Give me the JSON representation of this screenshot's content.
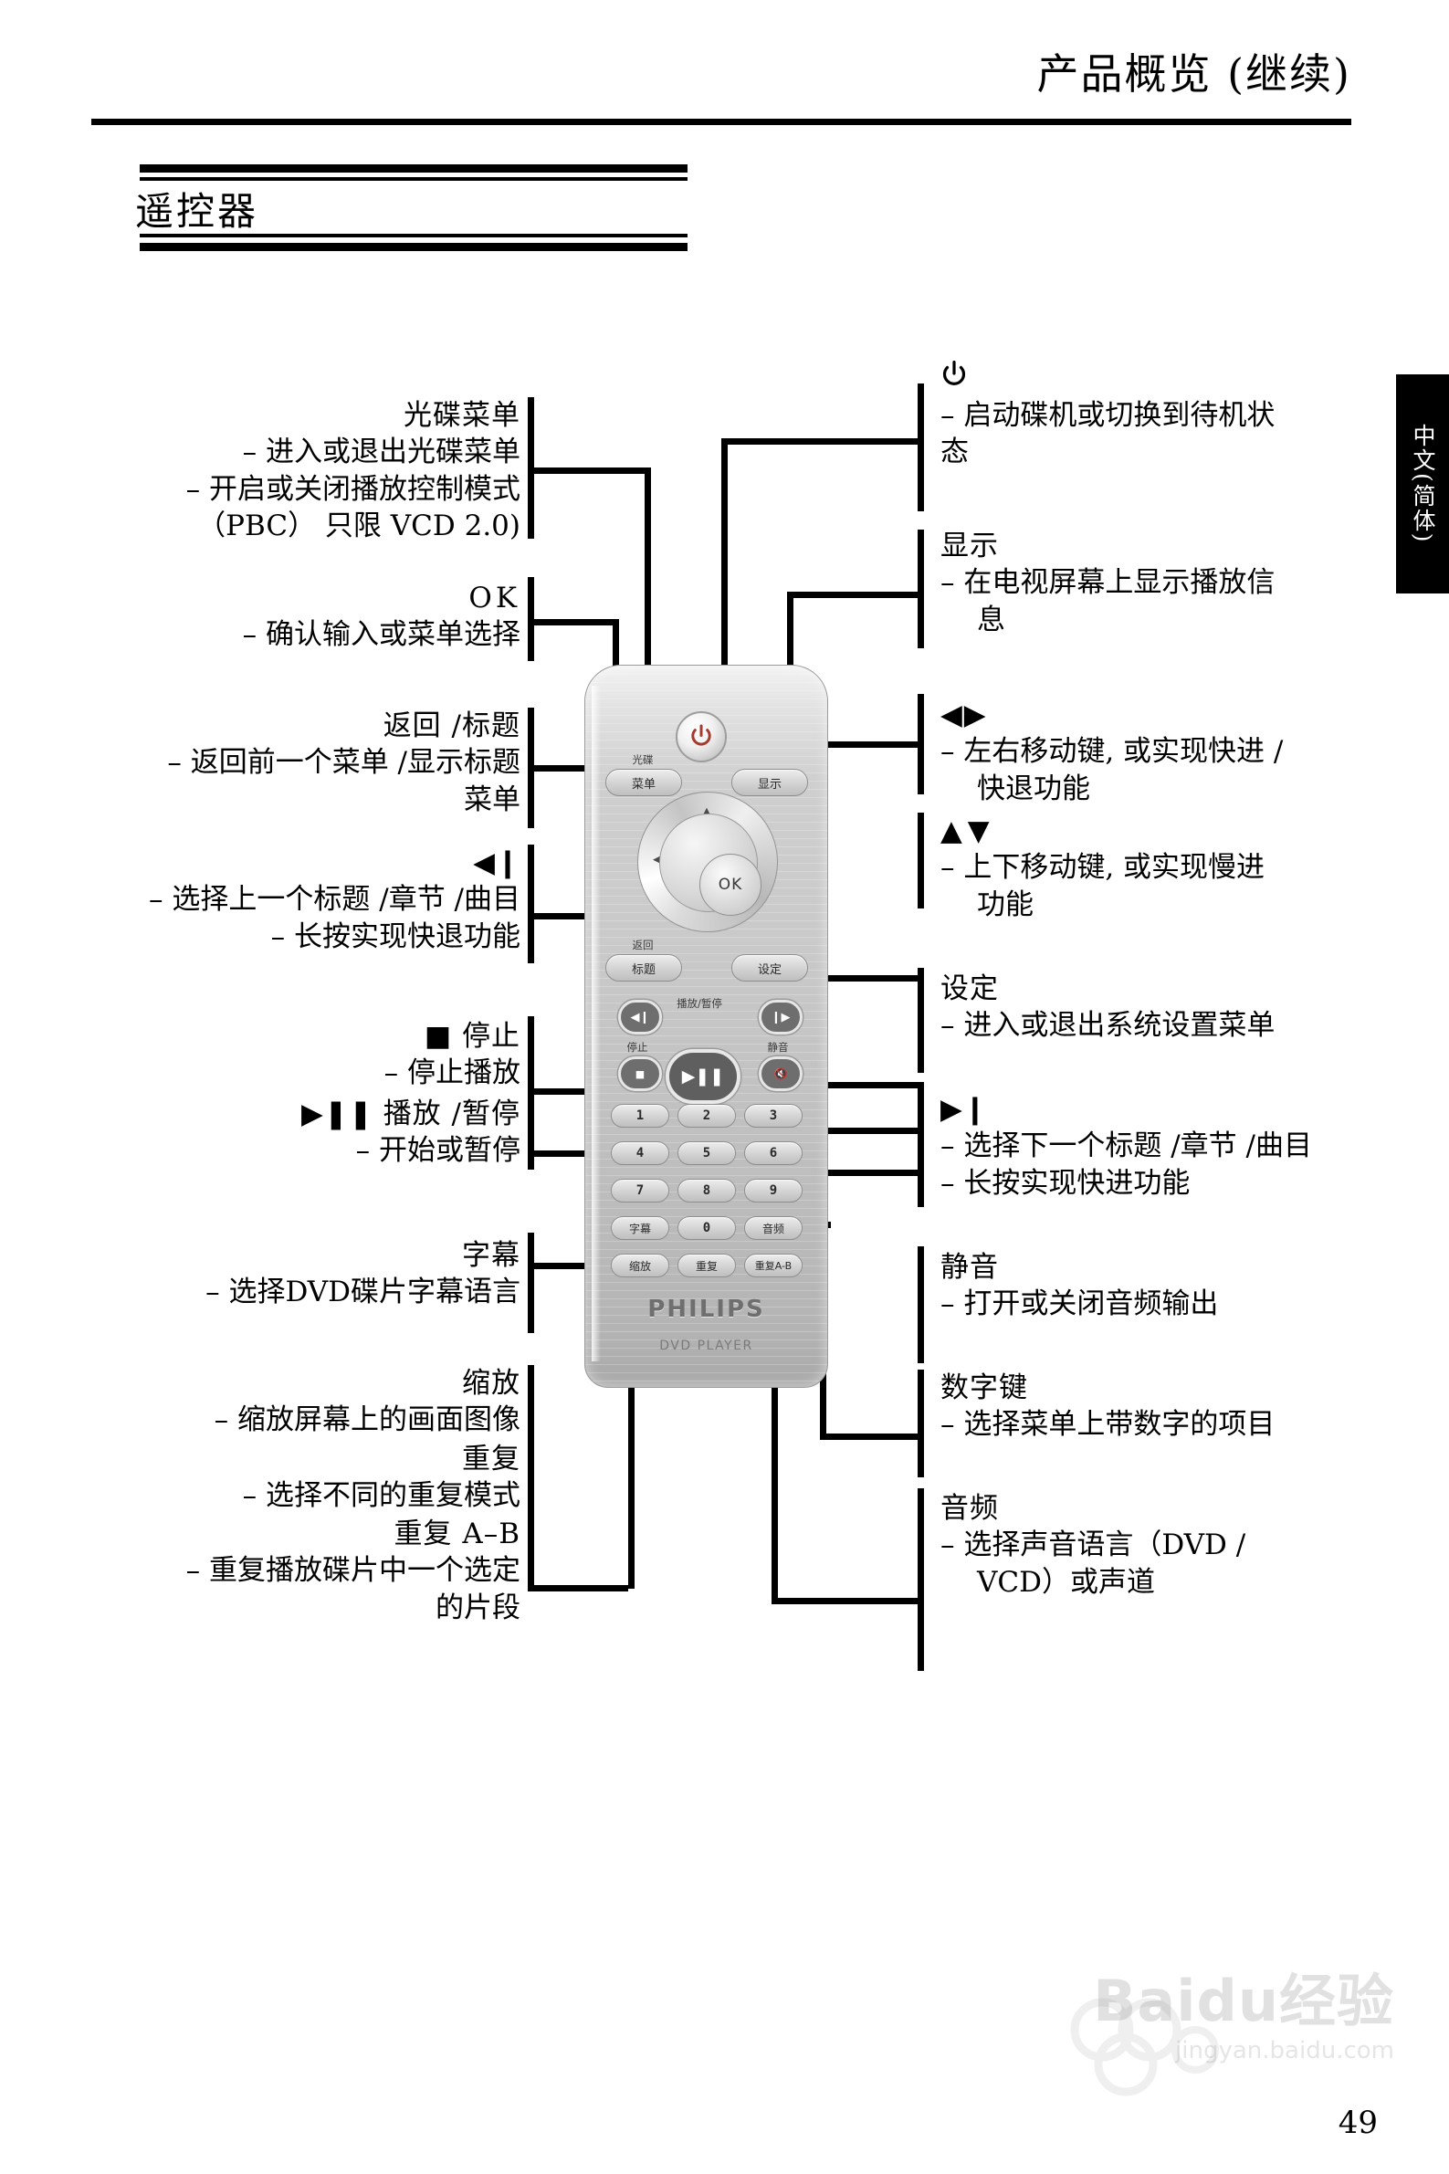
{
  "header": {
    "title": "产品概览 (继续)"
  },
  "section": {
    "title": "遥控器"
  },
  "side_tab": {
    "label": "中文(简体)"
  },
  "page": {
    "number": "49"
  },
  "left_callouts": [
    {
      "id": "disc-menu",
      "glyph": "",
      "heading": "光碟菜单",
      "lines": [
        "– 进入或退出光碟菜单",
        "– 开启或关闭播放控制模式",
        "（PBC） 只限 VCD 2.0)"
      ]
    },
    {
      "id": "ok",
      "glyph": "",
      "heading": "OK",
      "lines": [
        "– 确认输入或菜单选择"
      ]
    },
    {
      "id": "return-title",
      "glyph": "",
      "heading": "返回 /标题",
      "lines": [
        "– 返回前一个菜单 /显示标题",
        "菜单"
      ]
    },
    {
      "id": "prev",
      "glyph": "◀❙",
      "heading": "",
      "lines": [
        "– 选择上一个标题 /章节 /曲目",
        "– 长按实现快退功能"
      ]
    },
    {
      "id": "stop",
      "glyph": "■",
      "heading": "停止",
      "lines": [
        "– 停止播放"
      ]
    },
    {
      "id": "play-pause",
      "glyph": "▶❚❚",
      "heading": "播放 /暂停",
      "lines": [
        "– 开始或暂停"
      ]
    },
    {
      "id": "subtitle",
      "glyph": "",
      "heading": "字幕",
      "lines": [
        "– 选择DVD碟片字幕语言"
      ]
    },
    {
      "id": "zoom",
      "glyph": "",
      "heading": "缩放",
      "lines": [
        "– 缩放屏幕上的画面图像"
      ]
    },
    {
      "id": "repeat",
      "glyph": "",
      "heading": "重复",
      "lines": [
        "– 选择不同的重复模式"
      ]
    },
    {
      "id": "repeat-ab",
      "glyph": "",
      "heading": "重复 A–B",
      "lines": [
        "– 重复播放碟片中一个选定",
        "的片段"
      ]
    }
  ],
  "right_callouts": [
    {
      "id": "standby",
      "glyph": "power",
      "heading": "",
      "lines": [
        "– 启动碟机或切换到待机状",
        "态"
      ]
    },
    {
      "id": "display",
      "glyph": "",
      "heading": "显示",
      "lines": [
        "– 在电视屏幕上显示播放信",
        "息"
      ]
    },
    {
      "id": "left-right",
      "glyph": "◀ ▶",
      "heading": "",
      "lines": [
        "– 左右移动键, 或实现快进 /",
        "快退功能"
      ]
    },
    {
      "id": "up-down",
      "glyph": "▲ ▼",
      "heading": "",
      "lines": [
        "– 上下移动键, 或实现慢进",
        "功能"
      ]
    },
    {
      "id": "setup",
      "glyph": "",
      "heading": "设定",
      "lines": [
        "– 进入或退出系统设置菜单"
      ]
    },
    {
      "id": "next",
      "glyph": "▶❙",
      "heading": "",
      "lines": [
        "– 选择下一个标题 /章节 /曲目",
        "– 长按实现快进功能"
      ]
    },
    {
      "id": "mute",
      "glyph": "",
      "heading": "静音",
      "lines": [
        "– 打开或关闭音频输出"
      ]
    },
    {
      "id": "numeric-keys",
      "glyph": "",
      "heading": "数字键",
      "lines": [
        "– 选择菜单上带数字的项目"
      ]
    },
    {
      "id": "audio",
      "glyph": "",
      "heading": "音频",
      "lines": [
        "– 选择声音语言（DVD /",
        "VCD）或声道"
      ]
    }
  ],
  "remote": {
    "brand": "PHILIPS",
    "model": "DVD PLAYER",
    "ok_label": "OK",
    "disc_label_top": "光碟",
    "disc_label_btn": "菜单",
    "display_btn": "显示",
    "return_label_top": "返回",
    "return_label_btn": "标题",
    "setup_btn": "设定",
    "playpause_label": "播放/暂停",
    "stop_label": "停止",
    "mute_label": "静音",
    "subtitle_btn": "字幕",
    "audio_btn": "音频",
    "zoom_btn": "缩放",
    "repeat_btn": "重复",
    "repeat_ab_btn": "重复A-B",
    "numbers": [
      "1",
      "2",
      "3",
      "4",
      "5",
      "6",
      "7",
      "8",
      "9",
      "0"
    ],
    "arrow_up": "▲",
    "arrow_down": "▼",
    "arrow_left": "◀",
    "arrow_right": "▶"
  },
  "watermark": {
    "line1": "Baidu经验",
    "line2": "jingyan.baidu.com"
  }
}
